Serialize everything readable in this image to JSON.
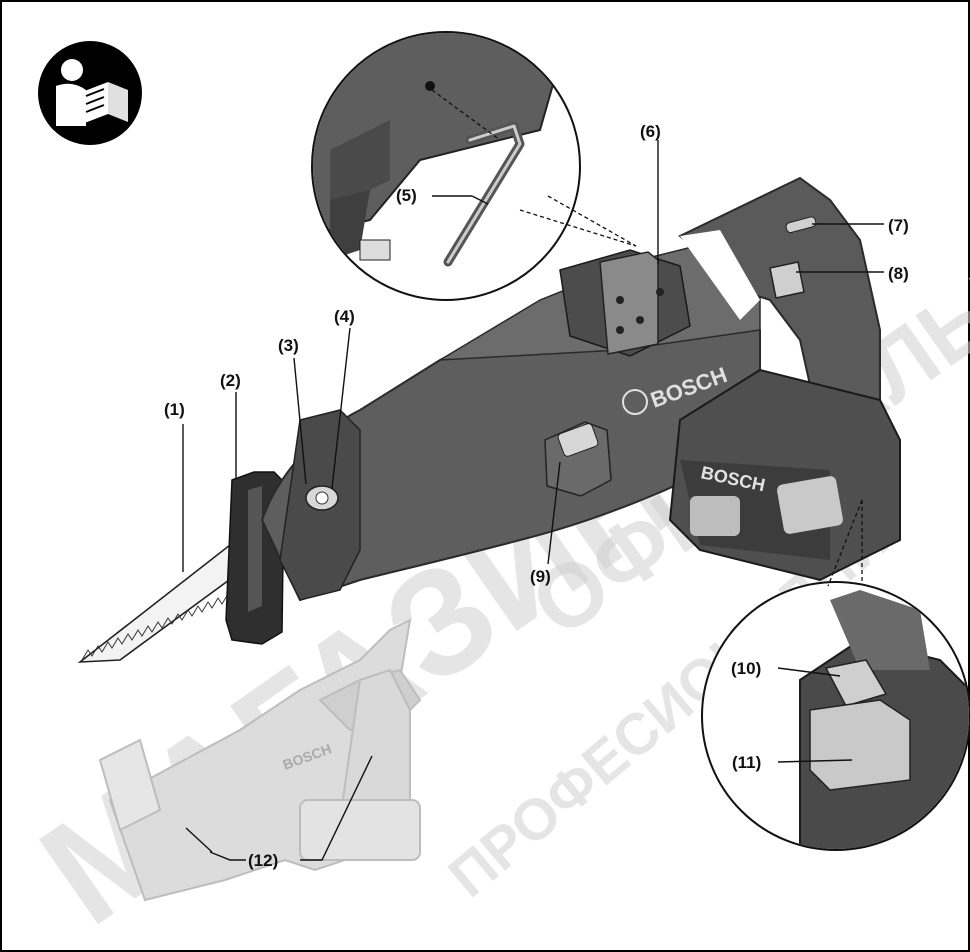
{
  "figure": {
    "frame_color": "#000000",
    "body_color": "#5a5a5a",
    "ghost_color": "#d6d6d6",
    "callouts": {
      "c1": "(1)",
      "c2": "(2)",
      "c3": "(3)",
      "c4": "(4)",
      "c5": "(5)",
      "c6": "(6)",
      "c7": "(7)",
      "c8": "(8)",
      "c9": "(9)",
      "c10": "(10)",
      "c11": "(11)",
      "c12": "(12)"
    },
    "brand_text": "BOSCH",
    "watermark": {
      "main": "МАГАЗИН",
      "secondary": "ОФИЦИАЛЬНЫЙ",
      "tertiary": "ПРОФЕСИОНАЛНИ"
    },
    "icons": [
      "read-manual-icon"
    ]
  }
}
